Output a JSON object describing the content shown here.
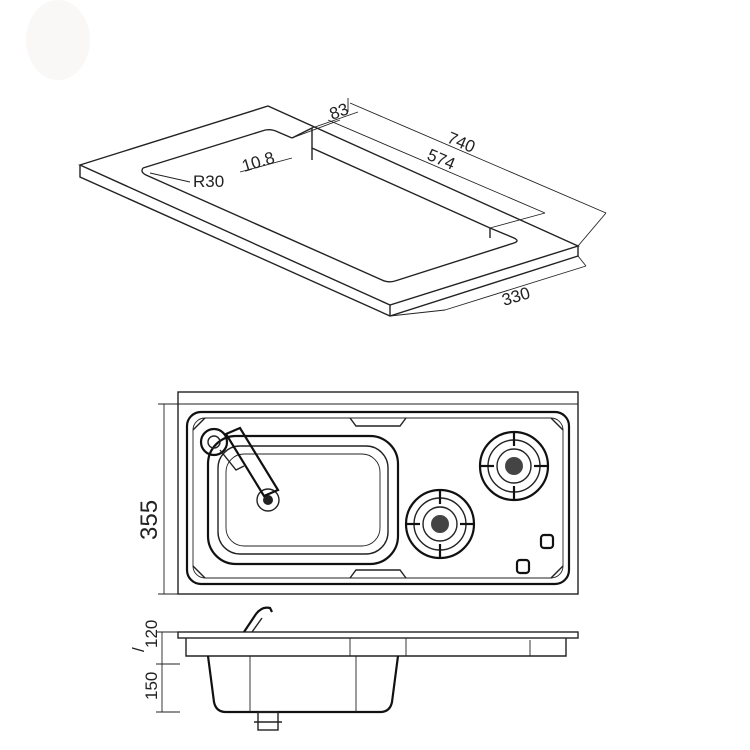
{
  "dimensions": {
    "top_view": {
      "d1": "740",
      "d2": "574",
      "d3": "83",
      "d4": "R30",
      "d5": "10.8",
      "d6": "330"
    },
    "front_view": {
      "height": "355"
    },
    "side_view": {
      "h1": "150",
      "h2": "120"
    }
  },
  "colors": {
    "line": "#222222",
    "background": "#ffffff"
  }
}
